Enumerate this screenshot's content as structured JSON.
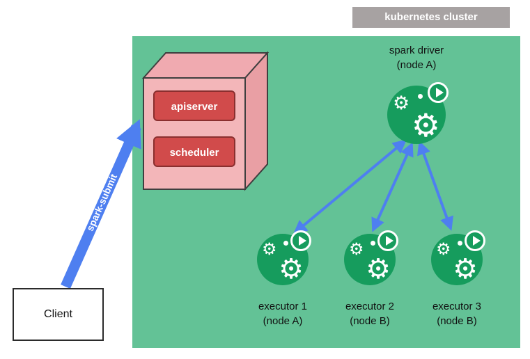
{
  "labels": {
    "cluster": "kubernetes cluster",
    "client": "Client",
    "spark_submit": "spark-submit",
    "apiserver": "apiserver",
    "scheduler": "scheduler"
  },
  "driver": {
    "title": "spark driver",
    "node": "(node A)"
  },
  "executors": [
    {
      "title": "executor 1",
      "node": "(node A)"
    },
    {
      "title": "executor 2",
      "node": "(node B)"
    },
    {
      "title": "executor 3",
      "node": "(node B)"
    }
  ],
  "colors": {
    "cluster_bg": "#63c296",
    "cluster_label_bg": "#a7a2a2",
    "icon_green": "#169c5d",
    "panel_red": "#d14b4b",
    "panel_border": "#8a2f2f",
    "arrow_blue": "#4e7ff0",
    "cube_front": "#f3b6b9",
    "cube_top": "#f0aab0",
    "cube_side": "#e99fa4"
  }
}
